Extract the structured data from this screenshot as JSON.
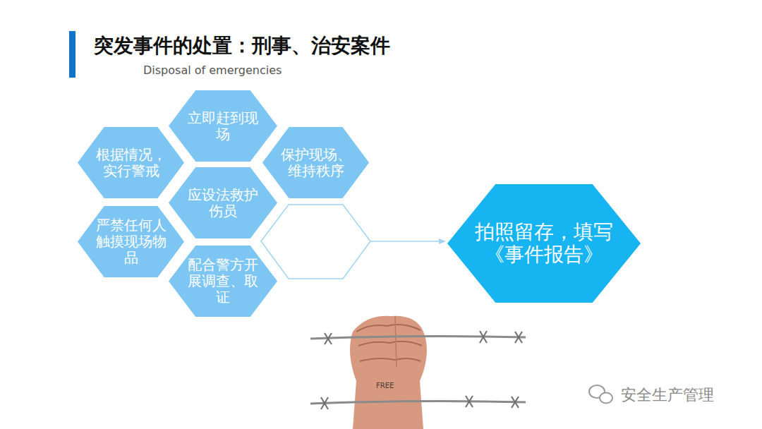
{
  "diagram": {
    "title": "突发事件的处置：刑事、治安案件",
    "nodes": [
      {
        "text": [
          "立即赶到现场"
        ]
      },
      {
        "text": [
          "根据情况，实行警戒"
        ]
      },
      {
        "text": [
          "保护现场、维持秩序"
        ]
      },
      {
        "text": [
          "应设法救护伤员"
        ]
      },
      {
        "text": [
          "严禁任何人触摸现场物品"
        ]
      },
      {
        "text": [
          "配合警方开展调查、取证"
        ]
      },
      {
        "text": [
          "拍照留存，填写《事件报告》"
        ]
      }
    ],
    "labels": [
      "Disposal of emergencies",
      "FREE",
      "安全生产管理"
    ]
  }
}
